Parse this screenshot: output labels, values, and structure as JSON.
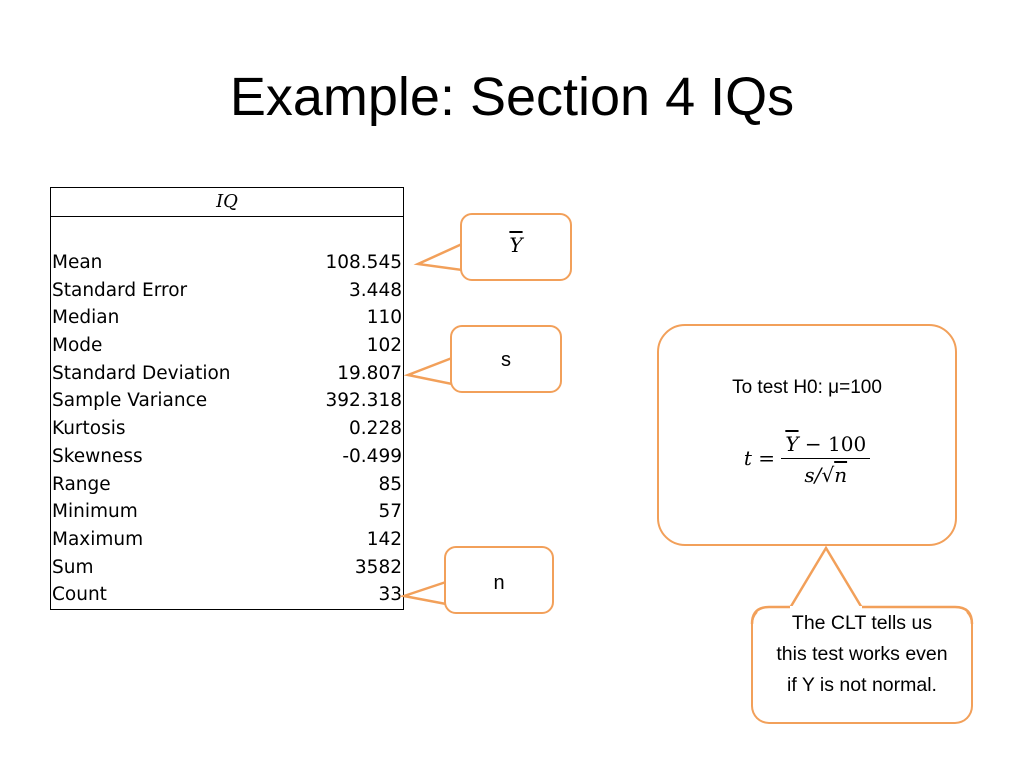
{
  "slide": {
    "title": "Example: Section 4 IQs"
  },
  "table": {
    "header": "IQ",
    "rows": [
      {
        "label": "Mean",
        "value": "108.545"
      },
      {
        "label": "Standard Error",
        "value": "3.448"
      },
      {
        "label": "Median",
        "value": "110"
      },
      {
        "label": "Mode",
        "value": "102"
      },
      {
        "label": "Standard Deviation",
        "value": "19.807"
      },
      {
        "label": "Sample Variance",
        "value": "392.318"
      },
      {
        "label": "Kurtosis",
        "value": "0.228"
      },
      {
        "label": "Skewness",
        "value": "-0.499"
      },
      {
        "label": "Range",
        "value": "85"
      },
      {
        "label": "Minimum",
        "value": "57"
      },
      {
        "label": "Maximum",
        "value": "142"
      },
      {
        "label": "Sum",
        "value": "3582"
      },
      {
        "label": "Count",
        "value": "33"
      }
    ]
  },
  "callouts": {
    "mean_label": "Y",
    "sd_label": "s",
    "count_label": "n",
    "test_text": "To test H0: μ=100",
    "formula_lhs": "t =",
    "formula_num_var": "Y",
    "formula_num_rest": " − 100",
    "formula_den_s": "s/",
    "formula_den_n": "n",
    "clt_text": "The CLT tells us this test works even if Y is not normal."
  },
  "colors": {
    "callout_border": "#f2a05a"
  }
}
